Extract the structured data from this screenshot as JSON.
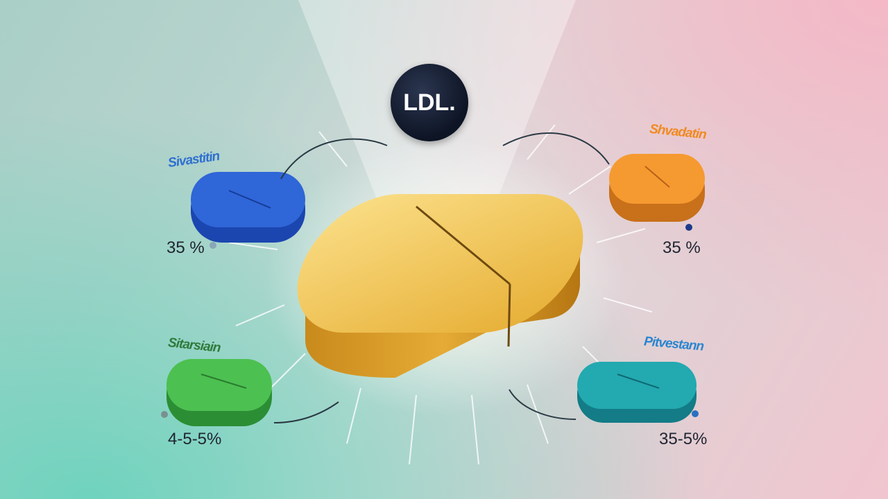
{
  "center": {
    "label": "LDL."
  },
  "pills": [
    {
      "name": "Sivastitin",
      "percent": "35 %",
      "color": "#2156c9"
    },
    {
      "name": "Shvadatin",
      "percent": "35 %",
      "color": "#f08a20"
    },
    {
      "name": "Sitarsiain",
      "percent": "4-5-5%",
      "color": "#3cae45"
    },
    {
      "name": "Pitvestann",
      "percent": "35-5%",
      "color": "#1aa5a8"
    }
  ],
  "main_pill_color": "#e9b43a"
}
